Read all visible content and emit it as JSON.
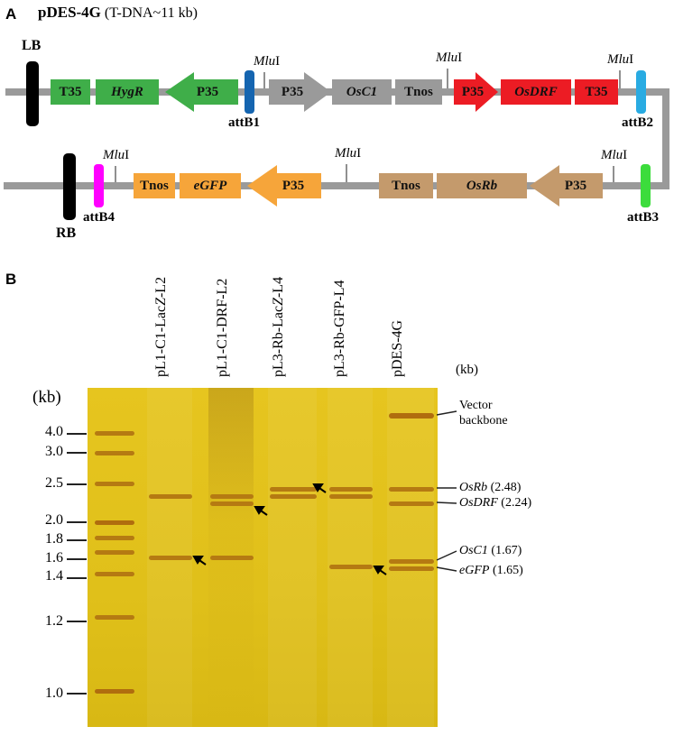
{
  "panel_a": {
    "letter": "A",
    "title_bold": "pDES-4G",
    "title_normal": "(T-DNA~11 kb)",
    "row1_blocks": [
      "T35",
      "HygR",
      "P35",
      "P35",
      "OsC1",
      "Tnos",
      "P35",
      "OsDRF",
      "T35"
    ],
    "row2_blocks": [
      "Tnos",
      "eGFP",
      "P35",
      "Tnos",
      "OsRb",
      "P35"
    ],
    "site": "MluI",
    "site_prefix": "Mlu",
    "site_suffix": "I",
    "lb": "LB",
    "rb": "RB",
    "attb1": "attB1",
    "attb2": "attB2",
    "attb3": "attB3",
    "attb4": "attB4",
    "colors": {
      "green": "#3fae49",
      "grey": "#9a9a9a",
      "red": "#ec1c24",
      "orange": "#f6a53a",
      "tan": "#c49a6c",
      "line": "#9a9a9a",
      "attb1": "#1565b0",
      "attb2": "#29abe2",
      "attb3": "#3cdc3c",
      "attb4": "#ff00ff"
    }
  },
  "panel_b": {
    "letter": "B",
    "kb_label": "(kb)",
    "kb_right": "(kb)",
    "lanes": [
      "pL1-C1-LacZ-L2",
      "pL1-C1-DRF-L2",
      "pL3-Rb-LacZ-L4",
      "pL3-Rb-GFP-L4",
      "pDES-4G"
    ],
    "ladder_labels": [
      "4.0",
      "3.0",
      "2.5",
      "2.0",
      "1.8",
      "1.6",
      "1.4",
      "1.2",
      "1.0"
    ],
    "right_labels": {
      "vector1": "Vector",
      "vector2": "backbone",
      "osrb": "OsRb",
      "osrb_size": "(2.48)",
      "osdrf": "OsDRF",
      "osdrf_size": "(2.24)",
      "osc1": "OsC1",
      "osc1_size": "(1.67)",
      "egfp": "eGFP",
      "egfp_size": "(1.65)"
    },
    "gel_color": "#e2c21a"
  }
}
